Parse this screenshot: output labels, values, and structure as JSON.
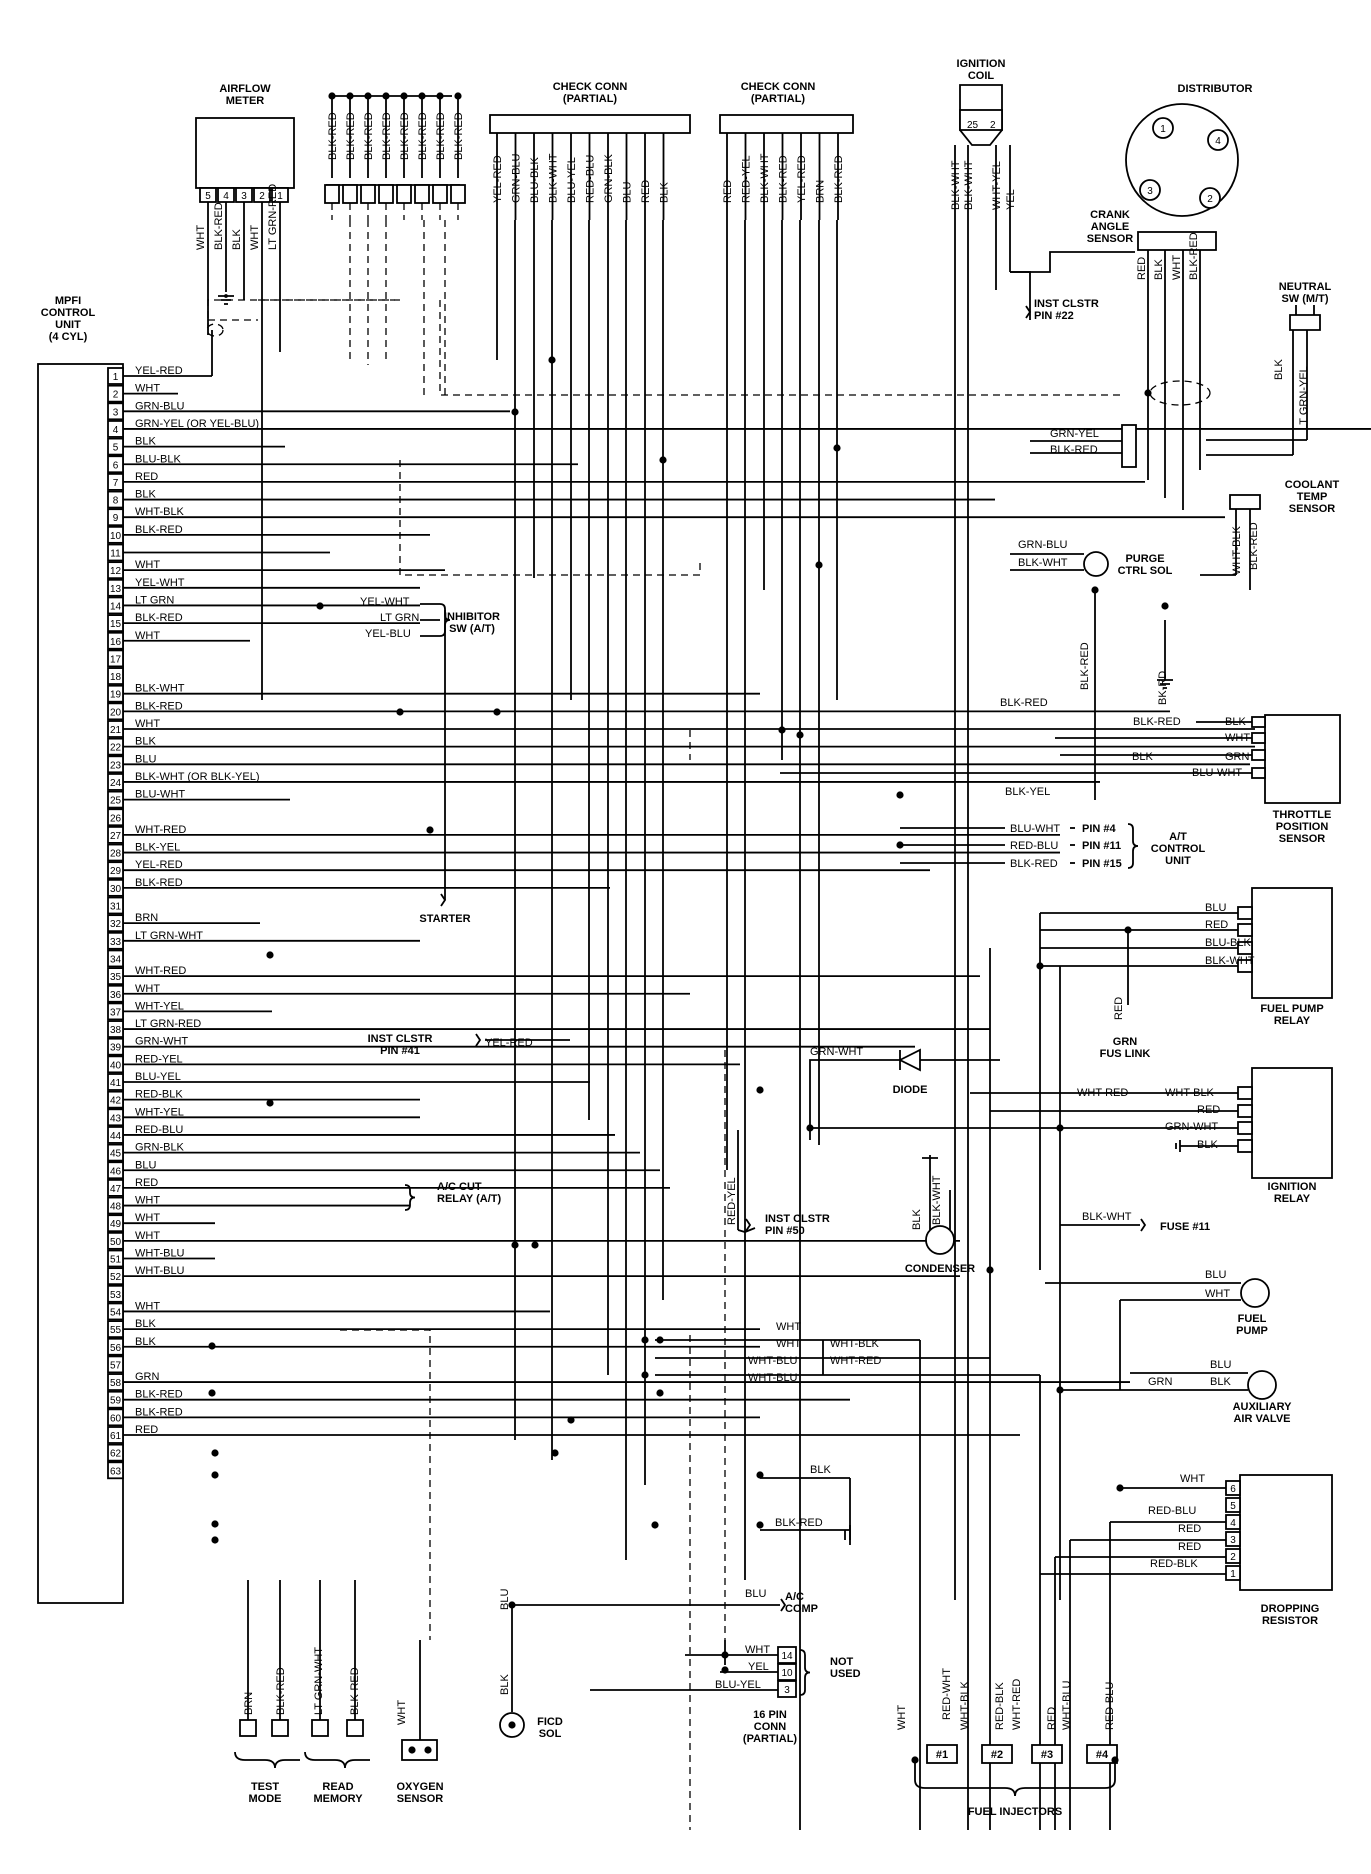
{
  "diagram": {
    "ecu": {
      "title": [
        "MPFI",
        "CONTROL",
        "UNIT",
        "(4 CYL)"
      ]
    },
    "pins": [
      {
        "n": "1",
        "w": "YEL-RED"
      },
      {
        "n": "2",
        "w": "WHT"
      },
      {
        "n": "3",
        "w": "GRN-BLU"
      },
      {
        "n": "4",
        "w": "GRN-YEL (OR YEL-BLU)"
      },
      {
        "n": "5",
        "w": "BLK"
      },
      {
        "n": "6",
        "w": "BLU-BLK"
      },
      {
        "n": "7",
        "w": "RED"
      },
      {
        "n": "8",
        "w": "BLK"
      },
      {
        "n": "9",
        "w": "WHT-BLK"
      },
      {
        "n": "10",
        "w": "BLK-RED"
      },
      {
        "n": "11",
        "w": ""
      },
      {
        "n": "12",
        "w": "WHT"
      },
      {
        "n": "13",
        "w": "YEL-WHT"
      },
      {
        "n": "14",
        "w": "LT GRN"
      },
      {
        "n": "15",
        "w": "BLK-RED"
      },
      {
        "n": "16",
        "w": "WHT"
      },
      {
        "n": "17",
        "w": ""
      },
      {
        "n": "18",
        "w": ""
      },
      {
        "n": "19",
        "w": "BLK-WHT"
      },
      {
        "n": "20",
        "w": "BLK-RED"
      },
      {
        "n": "21",
        "w": "WHT"
      },
      {
        "n": "22",
        "w": "BLK"
      },
      {
        "n": "23",
        "w": "BLU"
      },
      {
        "n": "24",
        "w": "BLK-WHT (OR BLK-YEL)"
      },
      {
        "n": "25",
        "w": "BLU-WHT"
      },
      {
        "n": "26",
        "w": ""
      },
      {
        "n": "27",
        "w": "WHT-RED"
      },
      {
        "n": "28",
        "w": "BLK-YEL"
      },
      {
        "n": "29",
        "w": "YEL-RED"
      },
      {
        "n": "30",
        "w": "BLK-RED"
      },
      {
        "n": "31",
        "w": ""
      },
      {
        "n": "32",
        "w": "BRN"
      },
      {
        "n": "33",
        "w": "LT GRN-WHT"
      },
      {
        "n": "34",
        "w": ""
      },
      {
        "n": "35",
        "w": "WHT-RED"
      },
      {
        "n": "36",
        "w": "WHT"
      },
      {
        "n": "37",
        "w": "WHT-YEL"
      },
      {
        "n": "38",
        "w": "LT GRN-RED"
      },
      {
        "n": "39",
        "w": "GRN-WHT"
      },
      {
        "n": "40",
        "w": "RED-YEL"
      },
      {
        "n": "41",
        "w": "BLU-YEL"
      },
      {
        "n": "42",
        "w": "RED-BLK"
      },
      {
        "n": "43",
        "w": "WHT-YEL"
      },
      {
        "n": "44",
        "w": "RED-BLU"
      },
      {
        "n": "45",
        "w": "GRN-BLK"
      },
      {
        "n": "46",
        "w": "BLU"
      },
      {
        "n": "47",
        "w": "RED"
      },
      {
        "n": "48",
        "w": "WHT"
      },
      {
        "n": "49",
        "w": "WHT"
      },
      {
        "n": "50",
        "w": "WHT"
      },
      {
        "n": "51",
        "w": "WHT-BLU"
      },
      {
        "n": "52",
        "w": "WHT-BLU"
      },
      {
        "n": "53",
        "w": ""
      },
      {
        "n": "54",
        "w": "WHT"
      },
      {
        "n": "55",
        "w": "BLK"
      },
      {
        "n": "56",
        "w": "BLK"
      },
      {
        "n": "57",
        "w": ""
      },
      {
        "n": "58",
        "w": "GRN"
      },
      {
        "n": "59",
        "w": "BLK-RED"
      },
      {
        "n": "60",
        "w": "BLK-RED"
      },
      {
        "n": "61",
        "w": "RED"
      },
      {
        "n": "62",
        "w": ""
      },
      {
        "n": "63",
        "w": ""
      }
    ],
    "components": {
      "airflow": {
        "title": [
          "AIRFLOW",
          "METER"
        ],
        "pins": [
          "5",
          "4",
          "3",
          "2",
          "1"
        ],
        "wires": [
          "WHT",
          "BLK-RED",
          "BLK",
          "WHT",
          "LT GRN-RED"
        ]
      },
      "grp_wires": [
        "BLK-RED",
        "BLK-RED",
        "BLK-RED",
        "BLK-RED",
        "BLK-RED",
        "BLK-RED",
        "BLK-RED",
        "BLK-RED"
      ],
      "check1": {
        "title": [
          "CHECK CONN",
          "(PARTIAL)"
        ],
        "wires": [
          "YEL-RED",
          "GRN-BLU",
          "BLU-BLK",
          "BLK-WHT",
          "BLU-YEL",
          "RED-BLU",
          "GRN-BLK",
          "BLU",
          "RED",
          "BLK"
        ]
      },
      "check2": {
        "title": [
          "CHECK CONN",
          "(PARTIAL)"
        ],
        "wires": [
          "RED",
          "RED-YEL",
          "BLK-WHT",
          "BLK-RED",
          "YEL-RED",
          "BRN",
          "BLK-RED"
        ]
      },
      "coil": {
        "title": [
          "IGNITION",
          "COIL"
        ],
        "wires": [
          "BLK-WHT",
          "BLK-WHT",
          "WHT-YEL",
          "YEL"
        ],
        "pins": [
          "25",
          "2"
        ]
      },
      "distributor": {
        "title": "DISTRIBUTOR",
        "nums": [
          "1",
          "4",
          "3",
          "2"
        ],
        "crank": [
          "CRANK",
          "ANGLE",
          "SENSOR"
        ],
        "wires": [
          "RED",
          "BLK",
          "WHT",
          "BLK-RED"
        ]
      },
      "inst22": [
        "INST CLSTR",
        "PIN #22"
      ],
      "neutral": {
        "title": [
          "NEUTRAL",
          "SW (M/T)"
        ],
        "wires": [
          "BLK",
          "LT GRN-YEL"
        ]
      },
      "pair_wires": [
        "GRN-YEL",
        "BLK-RED"
      ],
      "coolant": {
        "title": [
          "COOLANT",
          "TEMP",
          "SENSOR"
        ],
        "wires": [
          "WHT-BLK",
          "BLK-RED"
        ]
      },
      "purge": {
        "title": [
          "PURGE",
          "CTRL SOL"
        ],
        "wires": [
          "GRN-BLU",
          "BLK-WHT"
        ]
      },
      "inhibitor": {
        "title": [
          "INHIBITOR",
          "SW (A/T)"
        ],
        "wires": [
          "YEL-WHT",
          "LT GRN",
          "YEL-BLU"
        ]
      },
      "mid_labels": [
        "BLK-RED",
        "BK-RD",
        "BLK-RED"
      ],
      "tps": {
        "title": [
          "THROTTLE",
          "POSITION",
          "SENSOR"
        ],
        "wires": [
          "BLK-RED",
          "BLK",
          "WHT",
          "BLK",
          "GRN",
          "BLU-WHT",
          "BLK-YEL"
        ]
      },
      "atcu": {
        "title": [
          "A/T",
          "CONTROL",
          "UNIT"
        ],
        "wires": [
          "BLU-WHT",
          "RED-BLU",
          "BLK-RED"
        ],
        "pins": [
          "PIN #4",
          "PIN #11",
          "PIN #15"
        ]
      },
      "starter": "STARTER",
      "fuelpump_relay": {
        "title": [
          "FUEL PUMP",
          "RELAY"
        ],
        "wires": [
          "BLU",
          "RED",
          "BLU-BLK",
          "BLK-WHT"
        ]
      },
      "fuslink": {
        "title": [
          "GRN",
          "FUS LINK"
        ],
        "wire": "RED"
      },
      "inst41": {
        "title": [
          "INST CLSTR",
          "PIN #41"
        ],
        "wire": "YEL-RED"
      },
      "diode": {
        "title": "DIODE",
        "wire": "GRN-WHT"
      },
      "ign_relay": {
        "title": [
          "IGNITION",
          "RELAY"
        ],
        "wires": [
          "WHT-RED",
          "WHT-BLK",
          "RED",
          "GRN-WHT",
          "BLK"
        ]
      },
      "ac_cut": [
        "A/C CUT",
        "RELAY (A/T)"
      ],
      "inst50": {
        "title": [
          "INST CLSTR",
          "PIN #50"
        ],
        "wire": "RED-YEL"
      },
      "condenser": {
        "title": "CONDENSER",
        "wires": [
          "BLK",
          "BLK-WHT"
        ]
      },
      "fuse11": {
        "title": "FUSE #11",
        "wire": "BLK-WHT"
      },
      "fuelpump": {
        "title": [
          "FUEL",
          "PUMP"
        ],
        "wires": [
          "BLU",
          "WHT"
        ]
      },
      "aux": {
        "title": [
          "AUXILIARY",
          "AIR VALVE"
        ],
        "wires": [
          "BLU",
          "GRN",
          "BLK"
        ]
      },
      "mid_lower": [
        "WHT",
        "WHT",
        "WHT-BLK",
        "WHT-BLU",
        "WHT-RED",
        "WHT-BLU",
        "BLK",
        "BLK-RED"
      ],
      "dropres": {
        "title": [
          "DROPPING",
          "RESISTOR"
        ],
        "pins": [
          "6",
          "5",
          "4",
          "3",
          "2",
          "1"
        ],
        "wires": [
          "WHT",
          "RED-BLU",
          "RED",
          "RED",
          "RED-BLK"
        ]
      },
      "ac_comp": {
        "title": [
          "A/C",
          "COMP"
        ],
        "wire": "BLU"
      },
      "pin16": {
        "title": [
          "16 PIN",
          "CONN",
          "(PARTIAL)"
        ],
        "pins": [
          "14",
          "10",
          "3"
        ],
        "wires": [
          "WHT",
          "YEL",
          "BLU-YEL"
        ],
        "note": [
          "NOT",
          "USED"
        ]
      },
      "ficd": {
        "title": [
          "FICD",
          "SOL"
        ],
        "wires": [
          "BLU",
          "BLK"
        ]
      },
      "injectors": {
        "title": "FUEL INJECTORS",
        "labels": [
          "#1",
          "#2",
          "#3",
          "#4"
        ],
        "wires": [
          "WHT",
          "RED-WHT",
          "WHT-BLK",
          "RED-BLK",
          "WHT-RED",
          "RED",
          "WHT-BLU",
          "RED-BLU"
        ]
      },
      "test_mode": {
        "title": [
          "TEST",
          "MODE"
        ],
        "wires": [
          "BRN",
          "BLK-RED"
        ]
      },
      "read_memory": {
        "title": [
          "READ",
          "MEMORY"
        ],
        "wires": [
          "LT GRN-WHT",
          "BLK-RED"
        ]
      },
      "o2": {
        "title": [
          "OXYGEN",
          "SENSOR"
        ],
        "wire": "WHT"
      }
    }
  }
}
